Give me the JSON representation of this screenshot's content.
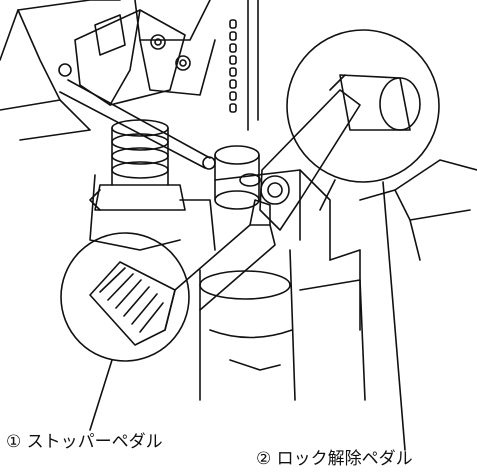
{
  "callouts": [
    {
      "number": "①",
      "text": "ストッパーペダル"
    },
    {
      "number": "②",
      "text": "ロック解除ペダル"
    }
  ],
  "colors": {
    "line": "#111111",
    "background": "#ffffff"
  }
}
